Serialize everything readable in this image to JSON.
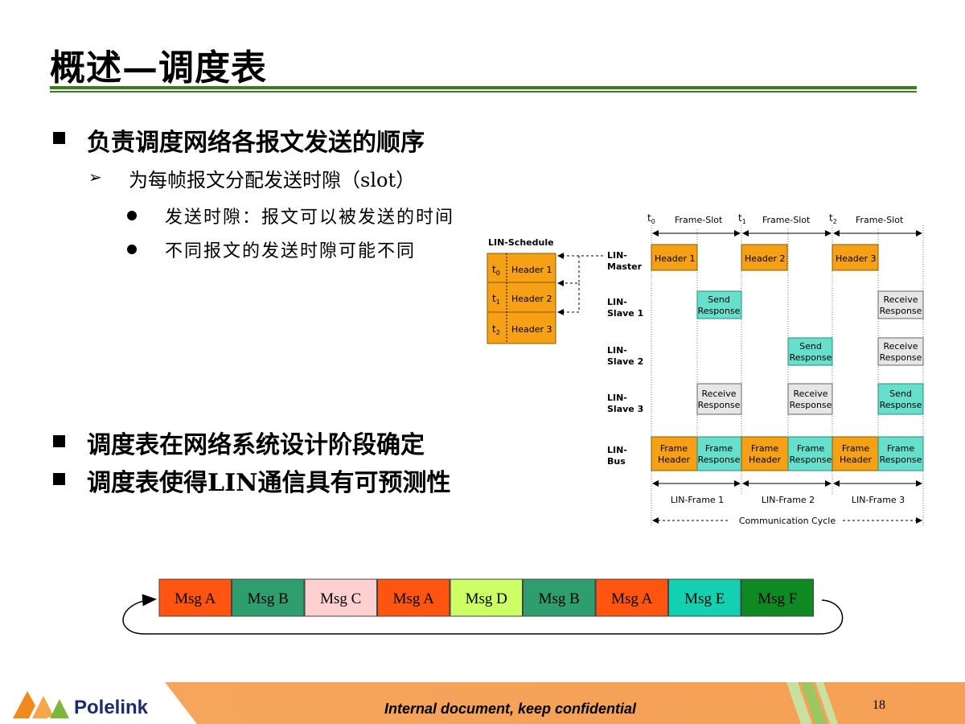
{
  "slide": {
    "title": "概述—调度表",
    "bullets": [
      "负责调度网络各报文发送的顺序",
      "调度表在网络系统设计阶段确定",
      "调度表使得LIN通信具有可预测性"
    ],
    "sub_bullet": "为每帧报文分配发送时隙（slot）",
    "sub_sub_bullets": [
      "发送时隙：报文可以被发送的时间",
      "不同报文的发送时隙可能不同"
    ]
  },
  "schedule": {
    "title": "LIN-Schedule",
    "rows": [
      {
        "t": "t",
        "sub": "0",
        "label": "Header 1"
      },
      {
        "t": "t",
        "sub": "1",
        "label": "Header 2"
      },
      {
        "t": "t",
        "sub": "2",
        "label": "Header 3"
      }
    ]
  },
  "timing": {
    "t_labels": [
      {
        "t": "t",
        "sub": "0"
      },
      {
        "t": "t",
        "sub": "1"
      },
      {
        "t": "t",
        "sub": "2"
      }
    ],
    "slot_label": "Frame-Slot",
    "nodes": [
      [
        "LIN-",
        "Master"
      ],
      [
        "LIN-",
        "Slave 1"
      ],
      [
        "LIN-",
        "Slave 2"
      ],
      [
        "LIN-",
        "Slave 3"
      ],
      [
        "LIN-",
        "Bus"
      ]
    ],
    "headers": [
      "Header 1",
      "Header 2",
      "Header 3"
    ],
    "send": [
      "Send",
      "Response"
    ],
    "receive": [
      "Receive",
      "Response"
    ],
    "frame_header": [
      "Frame",
      "Header"
    ],
    "frame_response": [
      "Frame",
      "Response"
    ],
    "frames": [
      "LIN-Frame 1",
      "LIN-Frame 2",
      "LIN-Frame 3"
    ],
    "cycle": "Communication Cycle",
    "colors": {
      "header": "#f5a015",
      "send": "#66e0cc",
      "receive": "#e6e6e6",
      "frame": "#f5a015"
    }
  },
  "cycle_msgs": [
    {
      "label": "Msg A",
      "color": "#ff5511"
    },
    {
      "label": "Msg B",
      "color": "#2e9e6e"
    },
    {
      "label": "Msg C",
      "color": "#ffd0d0"
    },
    {
      "label": "Msg A",
      "color": "#ff5511"
    },
    {
      "label": "Msg D",
      "color": "#ccff66"
    },
    {
      "label": "Msg B",
      "color": "#2e9e6e"
    },
    {
      "label": "Msg A",
      "color": "#ff5511"
    },
    {
      "label": "Msg E",
      "color": "#12d0b0"
    },
    {
      "label": "Msg F",
      "color": "#0f8a22"
    }
  ],
  "footer": {
    "brand": "Polelink",
    "confidential": "Internal document, keep confidential",
    "page": "18"
  }
}
